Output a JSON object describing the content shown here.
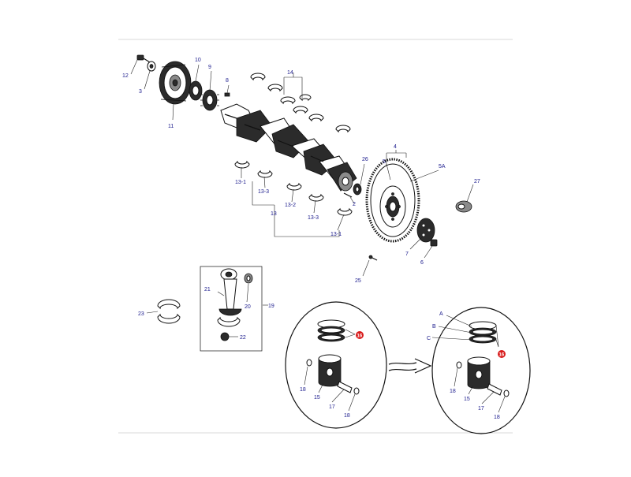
{
  "callouts": {
    "c12": "12",
    "c3": "3",
    "c10": "10",
    "c9": "9",
    "c8": "8",
    "c11": "11",
    "c14": "14",
    "c4": "4",
    "c5": "5",
    "c5a": "5A",
    "c26": "26",
    "c27": "27",
    "c2": "2",
    "c7": "7",
    "c6": "6",
    "c25": "25",
    "c13_1a": "13-1",
    "c13_3a": "13-3",
    "c13_2": "13-2",
    "c13_3b": "13-3",
    "c13": "13",
    "c13_1b": "13-1",
    "c21": "21",
    "c20": "20",
    "c19": "19",
    "c22": "22",
    "c23": "23",
    "c16a": "16",
    "c18a": "18",
    "c15a": "15",
    "c17a": "17",
    "c18b": "18",
    "cA": "A",
    "cB": "B",
    "cC": "C",
    "c16b": "16",
    "c18c": "18",
    "c15b": "15",
    "c17b": "17",
    "c18d": "18"
  },
  "colors": {
    "callout_text": "#1a1a8c",
    "badge": "#d81b1b",
    "line": "#111111",
    "rule": "#d8d8d8"
  }
}
